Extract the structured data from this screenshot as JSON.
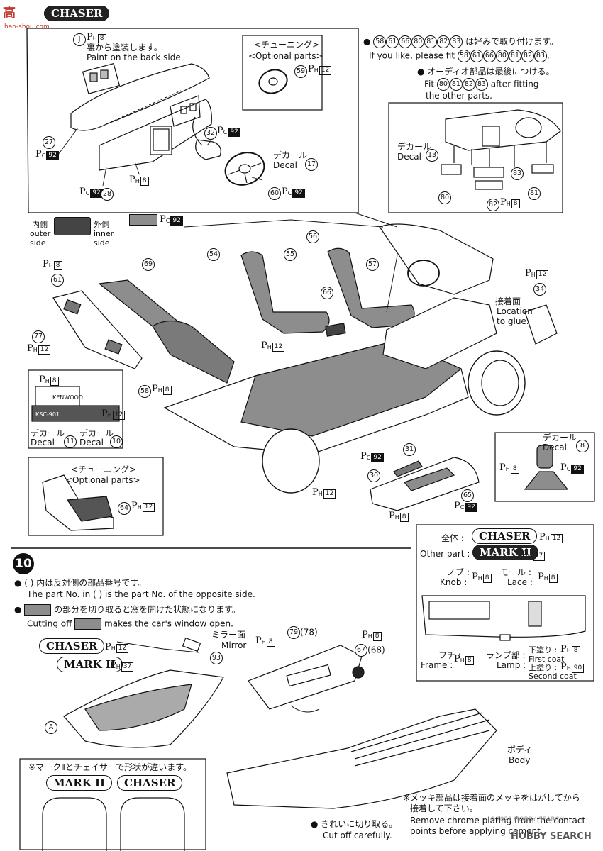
{
  "header": {
    "title": "CHASER",
    "logo_text": "高"
  },
  "main_box": {
    "j_label": "J",
    "j_paint": [
      "P",
      "H",
      "8"
    ],
    "back_jp": "裏から塗装します。",
    "back_en": "Paint on the back side.",
    "p27": "27",
    "p27_paint": [
      "P",
      "C",
      "92"
    ],
    "p28": "28",
    "p28_paint": [
      "P",
      "C",
      "92"
    ],
    "p8_paint": [
      "P",
      "H",
      "8"
    ],
    "p32": "32",
    "p32_paint": [
      "P",
      "C",
      "92"
    ],
    "decal_jp": "デカール",
    "decal_en": "Decal",
    "decal_num": "17",
    "p60": "60",
    "p60_paint": [
      "P",
      "C",
      "92"
    ]
  },
  "optional_top": {
    "jp": "<チューニング>",
    "en": "<Optional parts>",
    "part": "59",
    "paint": [
      "P",
      "H",
      "12"
    ]
  },
  "right_notes": {
    "line1_nums": [
      "58",
      "61",
      "66",
      "80",
      "81",
      "82",
      "83"
    ],
    "line1_jp": "は好みで取り付けます。",
    "line2_pre": "If you like, please fit",
    "line2_nums": [
      "58",
      "61",
      "66",
      "80",
      "81",
      "82",
      "83"
    ],
    "line2_post": ".",
    "line3_jp": "オーディオ部品は最後につける。",
    "line4_pre": "Fit",
    "line4_nums": [
      "80",
      "81",
      "82",
      "83"
    ],
    "line4_post": "after fitting",
    "line5": "the other parts."
  },
  "audio_box": {
    "decal_jp": "デカール",
    "decal_en": "Decal",
    "decal_num": "13",
    "p80": "80",
    "p81": "81",
    "p82": "82",
    "p83": "83",
    "p82_paint": [
      "P",
      "H",
      "8"
    ]
  },
  "interior": {
    "inner_jp": "内側",
    "inner_en1": "outer",
    "inner_en2": "side",
    "outer_jp": "外側",
    "outer_en1": "inner",
    "outer_en2": "side",
    "swatch_paint": [
      "P",
      "C",
      "92"
    ],
    "p54": "54",
    "p55": "55",
    "p56": "56",
    "p57": "57",
    "p66": "66",
    "p69": "69",
    "p61": "61",
    "p61_paint": [
      "P",
      "H",
      "8"
    ],
    "p77": "77",
    "p77_paint": [
      "P",
      "H",
      "12"
    ],
    "p58": "58",
    "p58_paint": [
      "P",
      "H",
      "8"
    ],
    "seat_paint": [
      "P",
      "H",
      "12"
    ],
    "p34": "34",
    "p34_paint": [
      "P",
      "H",
      "12"
    ],
    "glue_jp": "接着面",
    "glue_en1": "Location",
    "glue_en2": "to glue.",
    "floor_paint": [
      "P",
      "H",
      "12"
    ],
    "p31": "31",
    "p30": "30",
    "p30_paint": [
      "P",
      "C",
      "92"
    ],
    "p65": "65",
    "p65_paint": [
      "P",
      "C",
      "92"
    ],
    "console_paint": [
      "P",
      "H",
      "8"
    ]
  },
  "kenwood_box": {
    "paint_top": [
      "P",
      "H",
      "8"
    ],
    "brand": "KENWOOD",
    "model": "KSC-901",
    "paint_side": [
      "P",
      "H",
      "12"
    ],
    "decal_jp": "デカール",
    "decal_en": "Decal",
    "decal1": "11",
    "decal2": "10"
  },
  "optional_seat": {
    "jp": "<チューニング>",
    "en": "<Optional parts>",
    "part": "64",
    "paint": [
      "P",
      "H",
      "12"
    ]
  },
  "shift_box": {
    "decal_jp": "デカール",
    "decal_en": "Decal",
    "decal_num": "8",
    "paint_left": [
      "P",
      "H",
      "8"
    ],
    "paint_right": [
      "P",
      "C",
      "92"
    ]
  },
  "step10": {
    "number": "10",
    "note1_jp": "( ) 内は反対側の部品番号です。",
    "note1_en": "The part No. in (     ) is the part No. of the opposite side.",
    "note2_jp": "の部分を切り取ると窓を開けた状態になります。",
    "note2_pre": "Cutting off",
    "note2_post": "makes the car's window open.",
    "chaser": "CHASER",
    "mark2": "MARK II",
    "chaser_paint": [
      "P",
      "H",
      "12"
    ],
    "mark2_paint": [
      "P",
      "H",
      "37"
    ],
    "mirror_jp": "ミラー面",
    "mirror_en": "Mirror",
    "mirror_paint": [
      "P",
      "H",
      "8"
    ],
    "p93": "93",
    "p79": "79",
    "p78": "78",
    "p67": "67",
    "p68": "68",
    "door_paint": [
      "P",
      "H",
      "8"
    ],
    "label_a": "A",
    "body_jp": "ボディ",
    "body_en": "Body",
    "shape_note": "※マークⅡとチェイサーで形状が違います。",
    "cut_jp": "きれいに切り取る。",
    "cut_en": "Cut off carefully.",
    "chrome_jp1": "※メッキ部品は接着面のメッキをはがしてから",
    "chrome_jp2": "接着して下さい。",
    "chrome_en1": "Remove chrome plating from the contact",
    "chrome_en2": "points before applying cement."
  },
  "door_box": {
    "all_jp": "全体",
    "other_en": "Other part",
    "chaser": "CHASER",
    "mark2": "MARK II",
    "chaser_paint": [
      "P",
      "H",
      "12"
    ],
    "mark2_paint": [
      "P",
      "H",
      "37"
    ],
    "knob_jp": "ノブ",
    "knob_en": "Knob",
    "knob_paint": [
      "P",
      "H",
      "8"
    ],
    "lace_jp": "モール",
    "lace_en": "Lace",
    "lace_paint": [
      "P",
      "H",
      "8"
    ],
    "frame_jp": "フチ",
    "frame_en": "Frame",
    "frame_paint": [
      "P",
      "H",
      "8"
    ],
    "lamp_jp": "ランプ部",
    "lamp_en": "Lamp",
    "first_jp": "下塗り",
    "first_en": "First coat",
    "first_paint": [
      "P",
      "H",
      "8"
    ],
    "second_jp": "上塗り",
    "second_en": "Second coat",
    "second_paint": [
      "P",
      "H",
      "90"
    ]
  },
  "watermarks": {
    "site": "hao-shou.com",
    "brand": "HOBBY SEARCH",
    "copyright": "©2021 HOBBY SEARCH"
  }
}
